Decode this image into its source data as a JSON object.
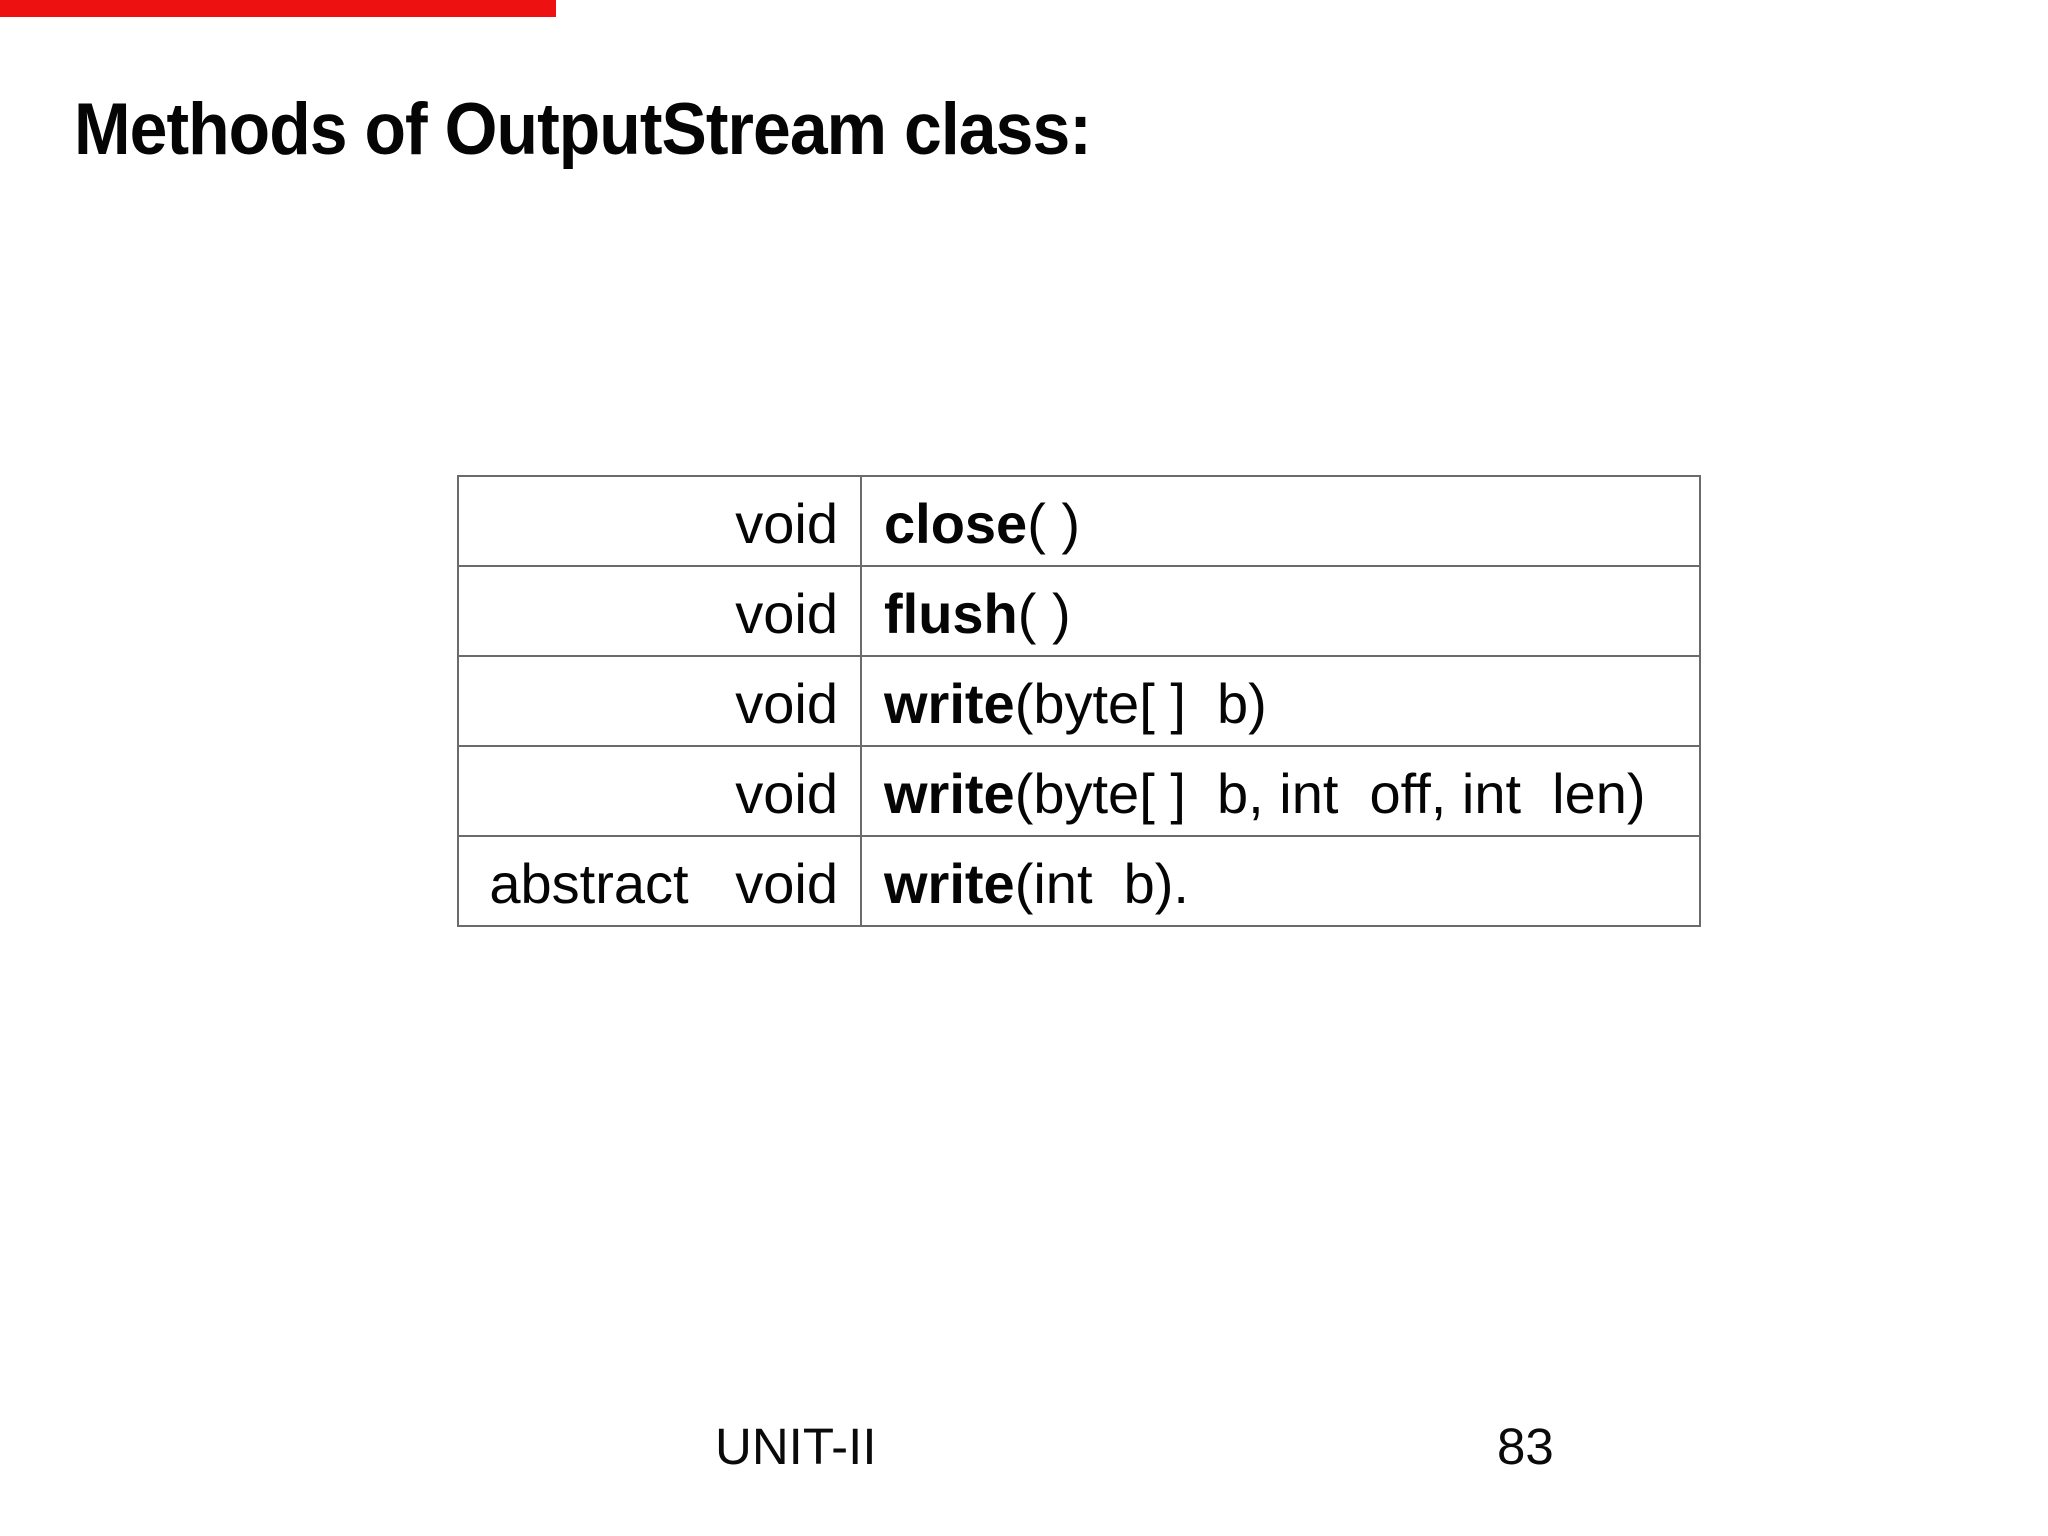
{
  "slide": {
    "title": "Methods of OutputStream class:",
    "progress_bar": {
      "color": "#ee1111"
    },
    "table": {
      "rows": [
        {
          "left": "void",
          "method": "close",
          "args": "( )"
        },
        {
          "left": "void",
          "method": "flush",
          "args": "( )"
        },
        {
          "left": "void",
          "method": "write",
          "args": "(byte[ ]  b)"
        },
        {
          "left": "void",
          "method": "write",
          "args": "(byte[ ]  b, int  off, int  len)"
        },
        {
          "left": "abstract   void",
          "method": "write",
          "args": "(int  b)."
        }
      ]
    },
    "footer": {
      "unit_label": "UNIT-II",
      "page_number": "83"
    }
  }
}
